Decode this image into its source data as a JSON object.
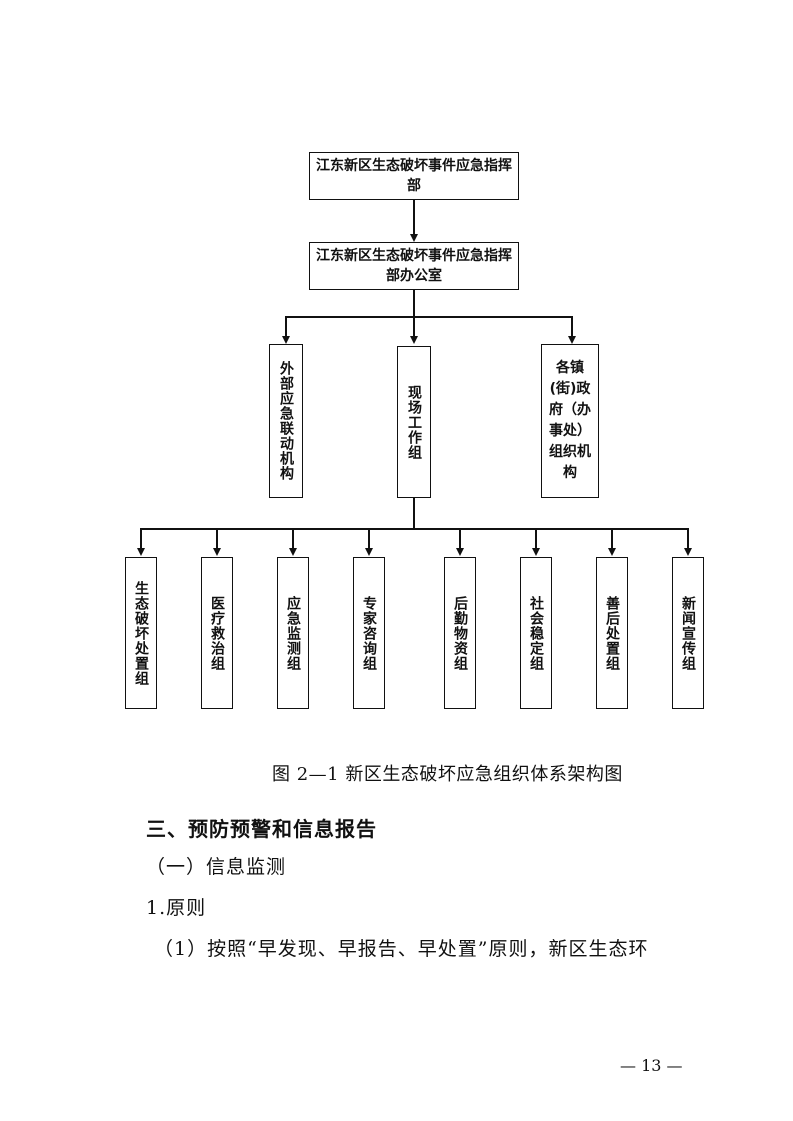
{
  "chart": {
    "top1": "江东新区生态破坏事件应急指挥部",
    "top2": "江东新区生态破坏事件应急指挥部办公室",
    "mid": [
      "外部应急联动机构",
      "现场工作组",
      "各镇(街)政府（办事处）组织机构"
    ],
    "bottom": [
      "生态破坏处置组",
      "医疗救治组",
      "应急监测组",
      "专家咨询组",
      "后勤物资组",
      "社会稳定组",
      "善后处置组",
      "新闻宣传组"
    ]
  },
  "caption": "图 2—1 新区生态破坏应急组织体系架构图",
  "section_heading": "三、预防预警和信息报告",
  "sub_heading": "（一）信息监测",
  "item_heading": "1.原则",
  "paragraph": "（1）按照“早发现、早报告、早处置”原则，新区生态环",
  "page_number": "— 13 —"
}
